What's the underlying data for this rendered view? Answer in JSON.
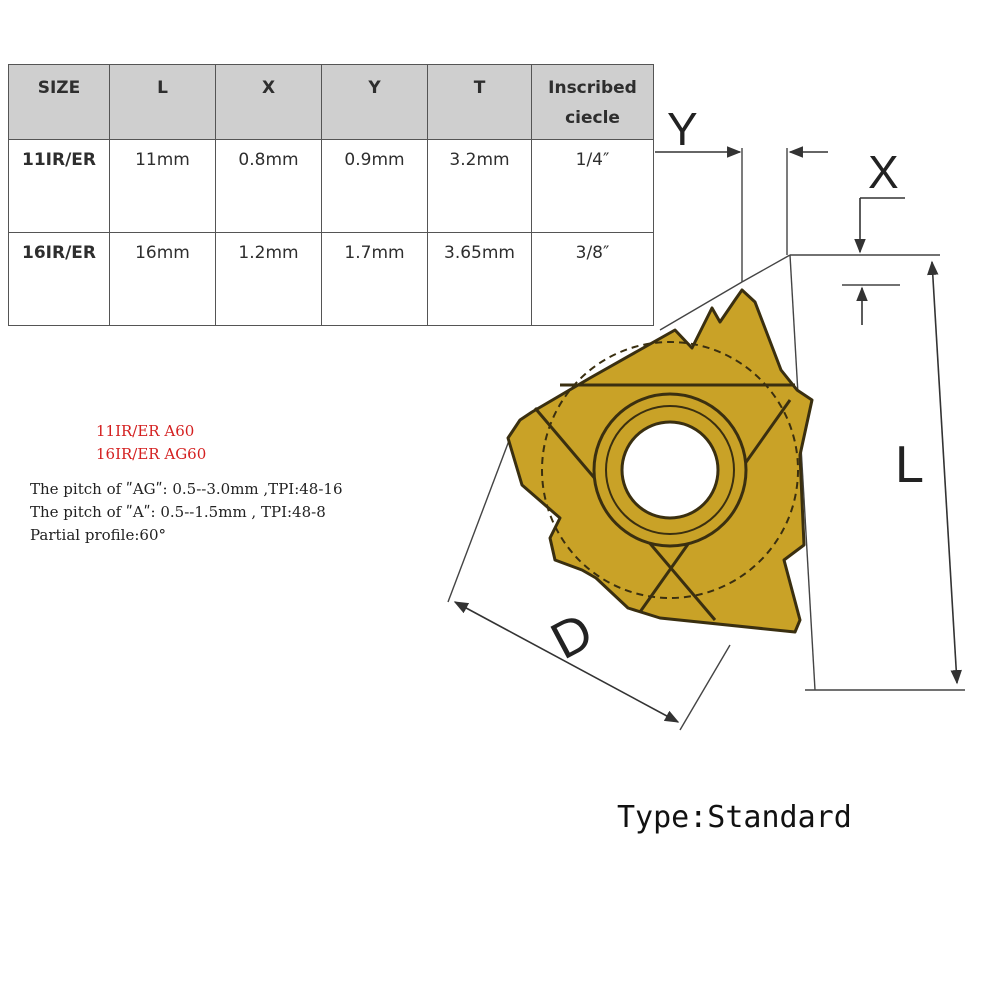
{
  "table": {
    "headers": [
      "SIZE",
      "L",
      "X",
      "Y",
      "T",
      "Inscribed",
      "ciecle"
    ],
    "rows": [
      [
        "11IR/ER",
        "11mm",
        "0.8mm",
        "0.9mm",
        "3.2mm",
        "1/4″"
      ],
      [
        "16IR/ER",
        "16mm",
        "1.2mm",
        "1.7mm",
        "3.65mm",
        "3/8″"
      ]
    ]
  },
  "notes": {
    "model_a60": "11IR/ER A60",
    "model_ag60": "16IR/ER AG60",
    "pitch_ag": "The pitch of ʺAGʺ: 0.5--3.0mm ,TPI:48-16",
    "pitch_a": "The pitch of ʺAʺ: 0.5--1.5mm , TPI:48-8",
    "profile": "Partial profile:60°",
    "red_color": "#d42020"
  },
  "type_label": "Type:Standard",
  "diagram": {
    "labels": {
      "y": "Y",
      "x": "X",
      "l": "L",
      "d": "D"
    },
    "insert_color": "#c9a227"
  }
}
